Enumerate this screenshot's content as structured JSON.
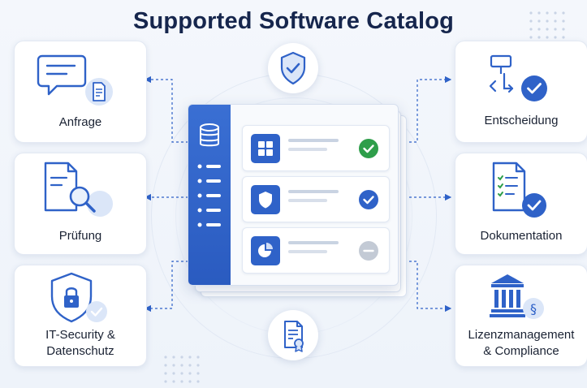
{
  "title": "Supported Software Catalog",
  "cards": {
    "anfrage": "Anfrage",
    "pruefung": "Prüfung",
    "security_line1": "IT-Security &",
    "security_line2": "Datenschutz",
    "entscheidung": "Entscheidung",
    "dokumentation": "Dokumentation",
    "lizenz_line1": "Lizenzmanagement",
    "lizenz_line2": "& Compliance"
  },
  "catalog_rows": [
    {
      "icon": "apps-grid-icon",
      "status": "approved",
      "status_color": "#2e9e4a"
    },
    {
      "icon": "shield-icon",
      "status": "checked",
      "status_color": "#2f62c8"
    },
    {
      "icon": "pie-chart-icon",
      "status": "pending",
      "status_color": "#b8c0cc"
    }
  ],
  "colors": {
    "accent": "#2f62c8",
    "sidebar": "#2f62c8",
    "title": "#16264d",
    "success": "#2e9e4a"
  }
}
